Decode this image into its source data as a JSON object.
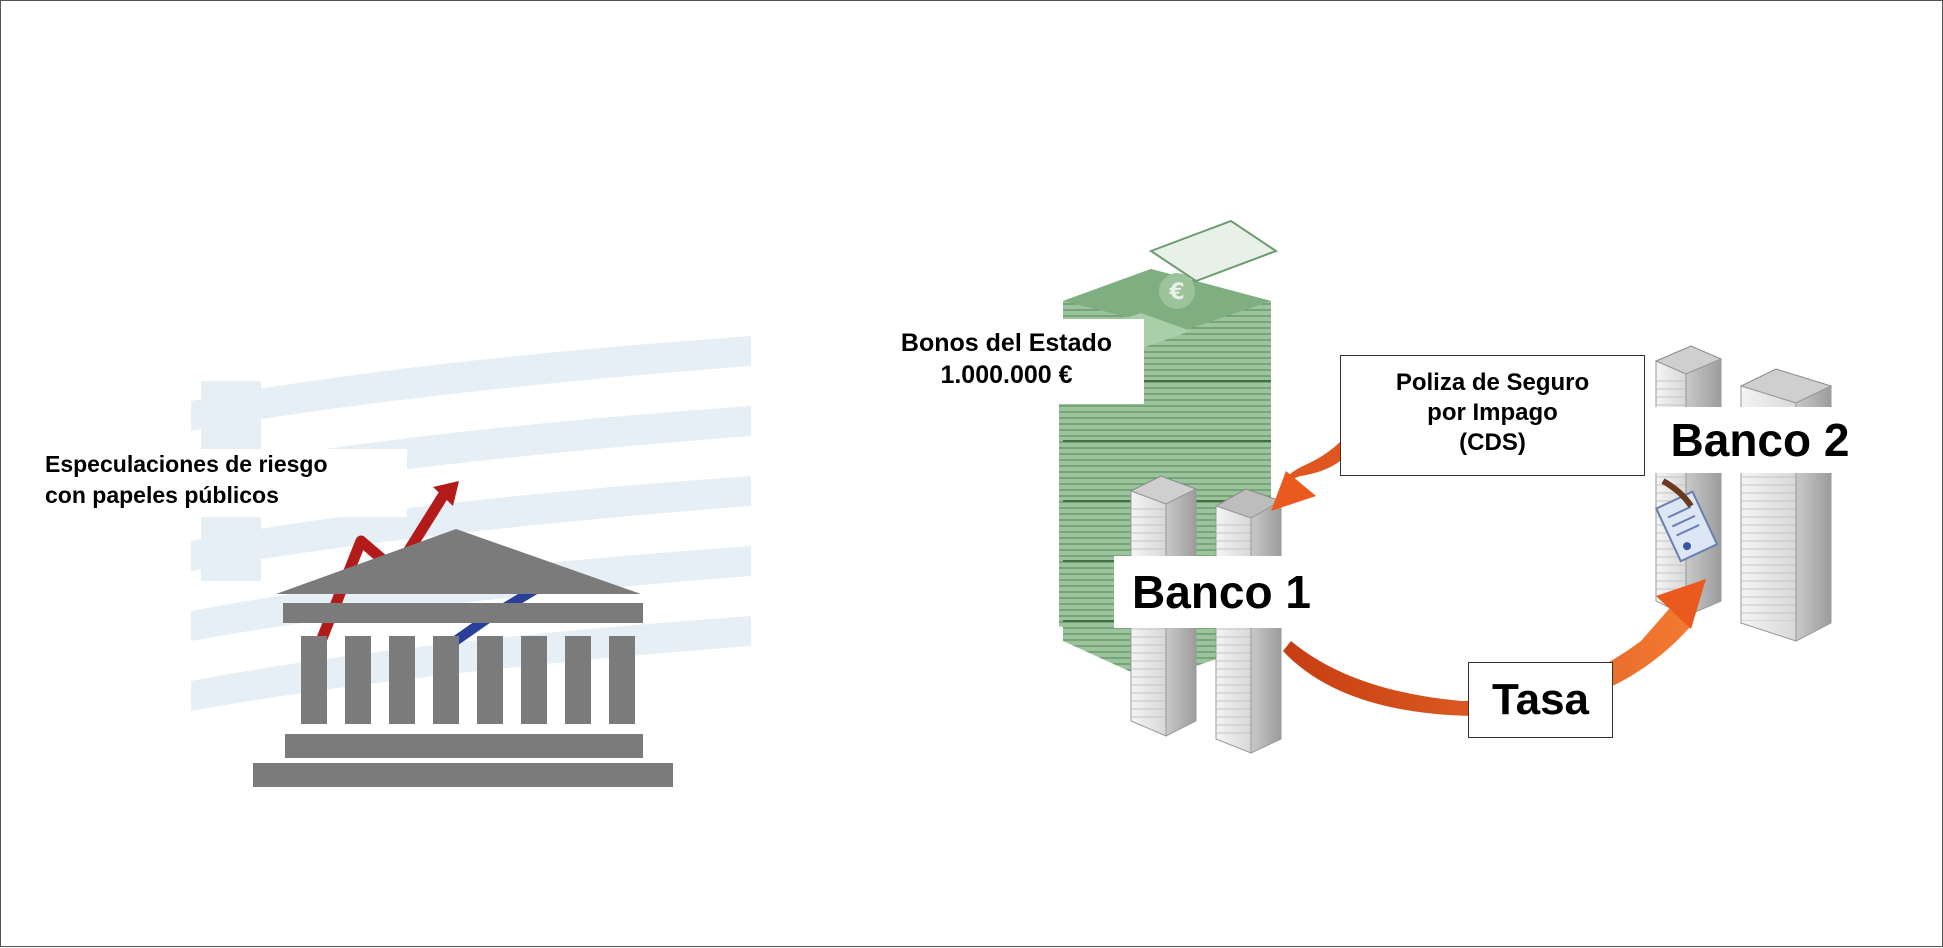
{
  "slide": {
    "left_caption": {
      "line1": "Especulaciones de riesgo",
      "line2": "con papeles públicos"
    },
    "bonds_label": {
      "line1": "Bonos del Estado",
      "line2": "1.000.000 €"
    },
    "cds_label": {
      "line1": "Poliza de Seguro",
      "line2": "por Impago",
      "line3": "(CDS)"
    },
    "bank1_label": "Banco 1",
    "bank2_label": "Banco 2",
    "fee_label": "Tasa"
  },
  "colors": {
    "flag_blue": "#dfe9f2",
    "temple_gray": "#7b7b7b",
    "trend_red": "#b31b1b",
    "trend_blue": "#2b3f9a",
    "money_green": "#8fb68f",
    "money_dark": "#4f7f52",
    "tower_light": "#eeeeee",
    "tower_dark": "#b9b9b9",
    "arrow_orange": "#ea5a1e"
  },
  "icons": [
    "greek-flag-icon",
    "temple-icon",
    "trend-line-icon",
    "euro-icon",
    "document-icon"
  ]
}
